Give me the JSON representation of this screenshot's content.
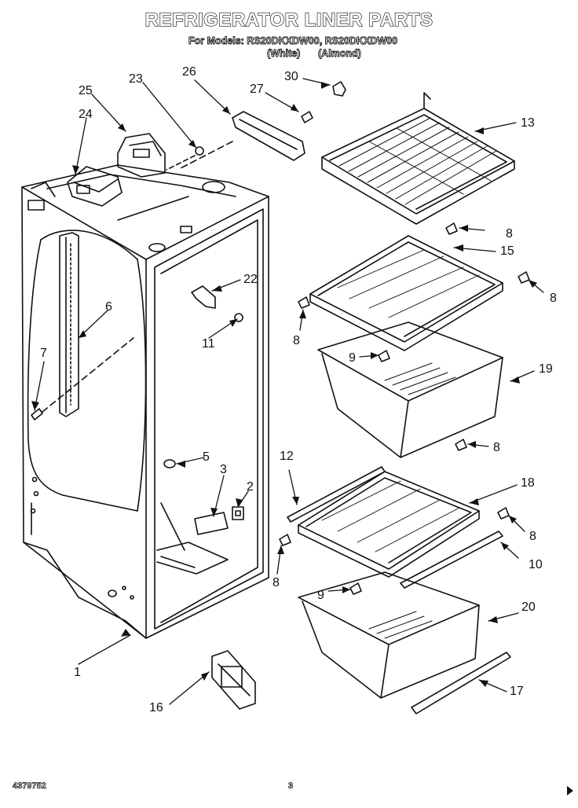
{
  "header": {
    "title": "REFRIGERATOR LINER PARTS",
    "models_line": "For Models: RS20DKXDW00, RS20DKXDW00",
    "variant_white": "(White)",
    "variant_almond": "(Almond)"
  },
  "callouts": {
    "c1": "1",
    "c2": "2",
    "c3": "3",
    "c5": "5",
    "c6": "6",
    "c7": "7",
    "c8a": "8",
    "c8b": "8",
    "c8c": "8",
    "c8d": "8",
    "c8e": "8",
    "c8f": "8",
    "c9a": "9",
    "c9b": "9",
    "c10": "10",
    "c11": "11",
    "c12": "12",
    "c13": "13",
    "c15": "15",
    "c16": "16",
    "c17": "17",
    "c18": "18",
    "c19": "19",
    "c20": "20",
    "c22": "22",
    "c23": "23",
    "c24": "24",
    "c25": "25",
    "c26": "26",
    "c27": "27",
    "c30": "30"
  },
  "footer": {
    "part_number": "4379752",
    "page": "3"
  }
}
